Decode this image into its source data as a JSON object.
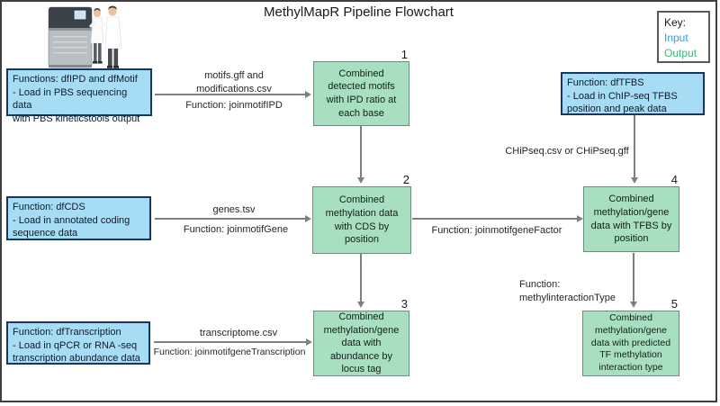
{
  "title": "MethylMapR Pipeline Flowchart",
  "key": {
    "heading": "Key:",
    "input_label": "Input",
    "output_label": "Output"
  },
  "input_boxes": {
    "dfipd": {
      "lines": [
        "Functions: dfIPD and dfMotif",
        "- Load in PBS sequencing data",
        "with PBS kineticstools output"
      ]
    },
    "dftfbs": {
      "lines": [
        "Function: dfTFBS",
        "- Load in ChIP-seq TFBS",
        "position and peak data"
      ]
    },
    "dfcds": {
      "lines": [
        "Function: dfCDS",
        "- Load in annotated coding",
        "sequence data"
      ]
    },
    "dftranscription": {
      "lines": [
        "Function: dfTranscription",
        "- Load in qPCR or RNA -seq",
        "transcription abundance data"
      ]
    }
  },
  "output_boxes": {
    "step1": {
      "number": "1",
      "text": "Combined detected motifs with IPD ratio at each base"
    },
    "step2": {
      "number": "2",
      "text": "Combined methylation data with CDS by position"
    },
    "step3": {
      "number": "3",
      "text": "Combined methylation/gene data with abundance by locus tag"
    },
    "step4": {
      "number": "4",
      "text": "Combined methylation/gene data with TFBS by position"
    },
    "step5": {
      "number": "5",
      "text": "Combined methylation/gene data with predicted TF methylation interaction type"
    }
  },
  "arrow_labels": {
    "motifs_line1": "motifs.gff and",
    "motifs_line2": "modifications.csv",
    "joinmotifipd": "Function: joinmotifIPD",
    "genes": "genes.tsv",
    "joinmotifgene": "Function: joinmotifGene",
    "joinmotifgenefactor": "Function: joinmotifgeneFactor",
    "chipseq": "CHiPseq.csv or CHiPseq.gff",
    "transcriptome": "transcriptome.csv",
    "joinmotifgenetranscription": "Function: joinmotifgeneTranscription",
    "methylinteraction_line1": "Function:",
    "methylinteraction_line2": "methylinteractionType"
  },
  "colors": {
    "input_fill": "#a6ddf4",
    "input_border": "#17375e",
    "output_fill": "#a9dfc1",
    "output_border": "#6a8e7c",
    "arrow": "#808080",
    "key_input_text": "#29a3dc",
    "key_output_text": "#2fbf71"
  }
}
